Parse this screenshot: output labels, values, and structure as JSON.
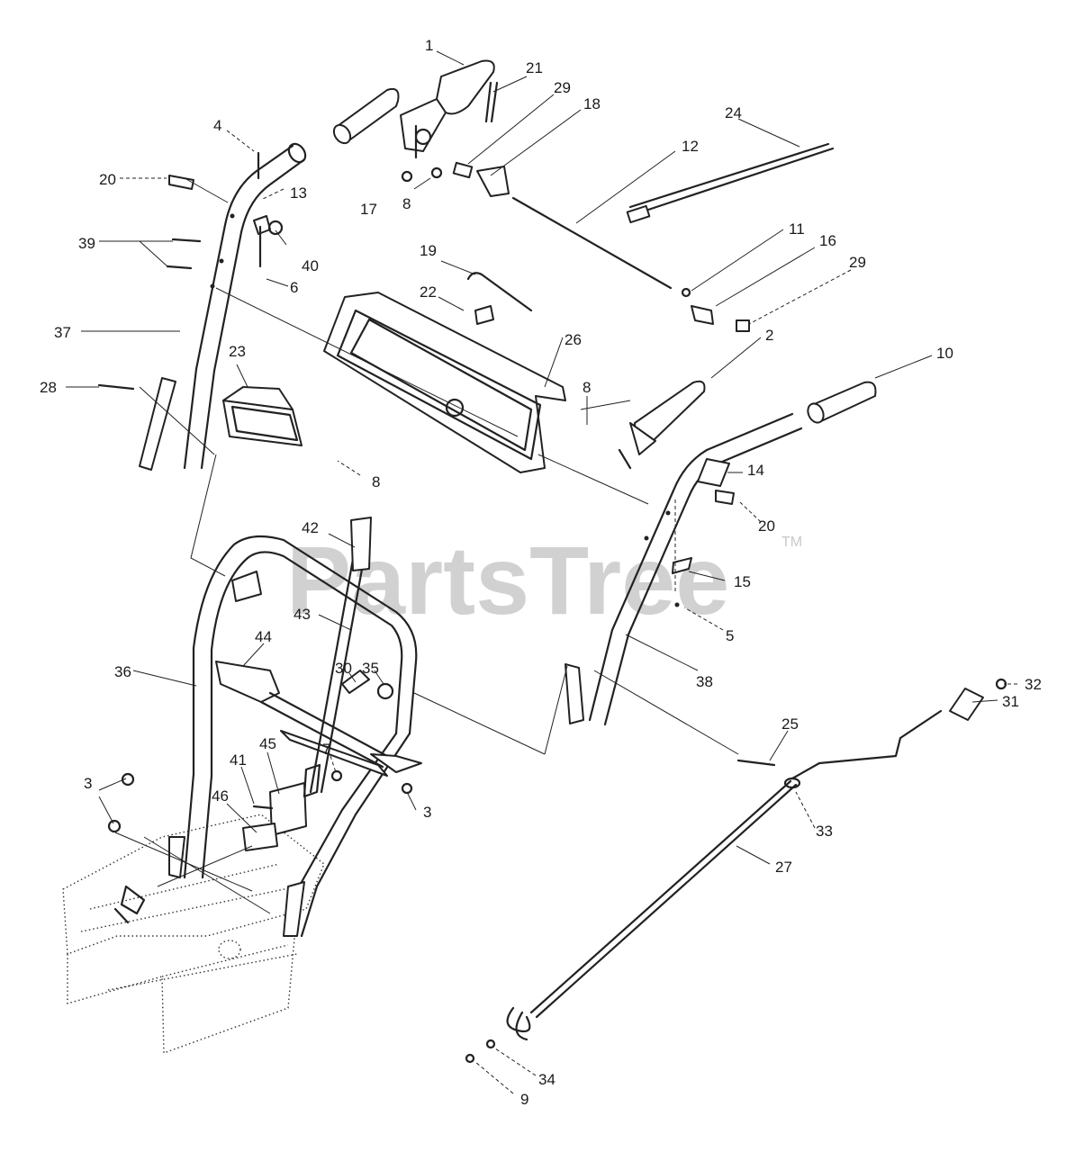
{
  "watermark": {
    "text": "PartsTree",
    "trademark": "TM",
    "color": "#c9c9c9"
  },
  "callouts": [
    {
      "id": "c1",
      "text": "1"
    },
    {
      "id": "c21",
      "text": "21"
    },
    {
      "id": "c29a",
      "text": "29"
    },
    {
      "id": "c18",
      "text": "18"
    },
    {
      "id": "c4",
      "text": "4"
    },
    {
      "id": "c12",
      "text": "12"
    },
    {
      "id": "c24",
      "text": "24"
    },
    {
      "id": "c20a",
      "text": "20"
    },
    {
      "id": "c13",
      "text": "13"
    },
    {
      "id": "c17",
      "text": "17"
    },
    {
      "id": "c8a",
      "text": "8"
    },
    {
      "id": "c39",
      "text": "39"
    },
    {
      "id": "c40",
      "text": "40"
    },
    {
      "id": "c11",
      "text": "11"
    },
    {
      "id": "c16",
      "text": "16"
    },
    {
      "id": "c19",
      "text": "19"
    },
    {
      "id": "c6",
      "text": "6"
    },
    {
      "id": "c29b",
      "text": "29"
    },
    {
      "id": "c22",
      "text": "22"
    },
    {
      "id": "c37",
      "text": "37"
    },
    {
      "id": "c2",
      "text": "2"
    },
    {
      "id": "c23",
      "text": "23"
    },
    {
      "id": "c26",
      "text": "26"
    },
    {
      "id": "c10",
      "text": "10"
    },
    {
      "id": "c28",
      "text": "28"
    },
    {
      "id": "c8b",
      "text": "8"
    },
    {
      "id": "c14",
      "text": "14"
    },
    {
      "id": "c8c",
      "text": "8"
    },
    {
      "id": "c20b",
      "text": "20"
    },
    {
      "id": "c42",
      "text": "42"
    },
    {
      "id": "c15",
      "text": "15"
    },
    {
      "id": "c43",
      "text": "43"
    },
    {
      "id": "c5",
      "text": "5"
    },
    {
      "id": "c44",
      "text": "44"
    },
    {
      "id": "c36",
      "text": "36"
    },
    {
      "id": "c30",
      "text": "30"
    },
    {
      "id": "c35",
      "text": "35"
    },
    {
      "id": "c38",
      "text": "38"
    },
    {
      "id": "c32",
      "text": "32"
    },
    {
      "id": "c31",
      "text": "31"
    },
    {
      "id": "c25",
      "text": "25"
    },
    {
      "id": "c7",
      "text": "7"
    },
    {
      "id": "c45",
      "text": "45"
    },
    {
      "id": "c41",
      "text": "41"
    },
    {
      "id": "c3a",
      "text": "3"
    },
    {
      "id": "c3b",
      "text": "3"
    },
    {
      "id": "c46",
      "text": "46"
    },
    {
      "id": "c33",
      "text": "33"
    },
    {
      "id": "c27",
      "text": "27"
    },
    {
      "id": "c34",
      "text": "34"
    },
    {
      "id": "c9",
      "text": "9"
    }
  ]
}
